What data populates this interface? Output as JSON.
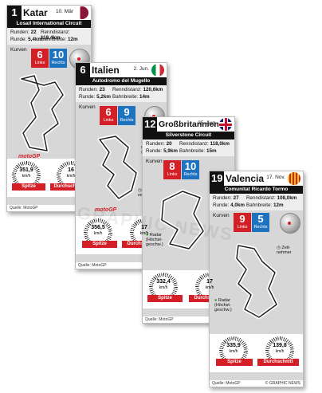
{
  "labels": {
    "runden": "Runden:",
    "renndistanz": "Renndistanz:",
    "runde": "Runde:",
    "bahnbreite": "Bahnbreite:",
    "kurven": "Kurven",
    "links": "Links",
    "rechts": "Rechts",
    "kmh": "km/h",
    "spitze": "Spitze",
    "durchschnitt": "Durchschnitt",
    "zeitnehmer": "Zeit-\nnehmer",
    "radar": "Radar\n(Höchst-\ngeschw.)",
    "quelle": "Quelle: MotoGP",
    "copyright": "© GRAPHIC NEWS",
    "motogp": "motoGP"
  },
  "cards": [
    {
      "number": "1",
      "country": "Katar",
      "date": "10. Mär",
      "circuit": "Losail International Circuit",
      "laps": "22",
      "distance": "118,4km",
      "lap_length": "5,4km",
      "width": "12m",
      "left": "6",
      "right": "10",
      "top_speed": "351,9",
      "avg_speed": "16"
    },
    {
      "number": "6",
      "country": "Italien",
      "date": "2. Jun.",
      "circuit": "Autodromo del Mugello",
      "laps": "23",
      "distance": "120,6km",
      "lap_length": "5,2km",
      "width": "14m",
      "left": "6",
      "right": "9",
      "top_speed": "356,5",
      "avg_speed": "17"
    },
    {
      "number": "12",
      "country": "Großbritannien",
      "date": "25. Aug.",
      "circuit": "Silverstone Circuit",
      "laps": "20",
      "distance": "118,0km",
      "lap_length": "5,9km",
      "width": "15m",
      "left": "8",
      "right": "10",
      "top_speed": "332,4",
      "avg_speed": "17"
    },
    {
      "number": "19",
      "country": "Valencia",
      "date": "17. Nov.",
      "circuit": "Comunitat Ricardo Tormo",
      "laps": "27",
      "distance": "108,0km",
      "lap_length": "4,0km",
      "width": "12m",
      "left": "9",
      "right": "5",
      "top_speed": "335,9",
      "avg_speed": "139,8"
    }
  ],
  "watermark": "GRAPHIC NEWS"
}
